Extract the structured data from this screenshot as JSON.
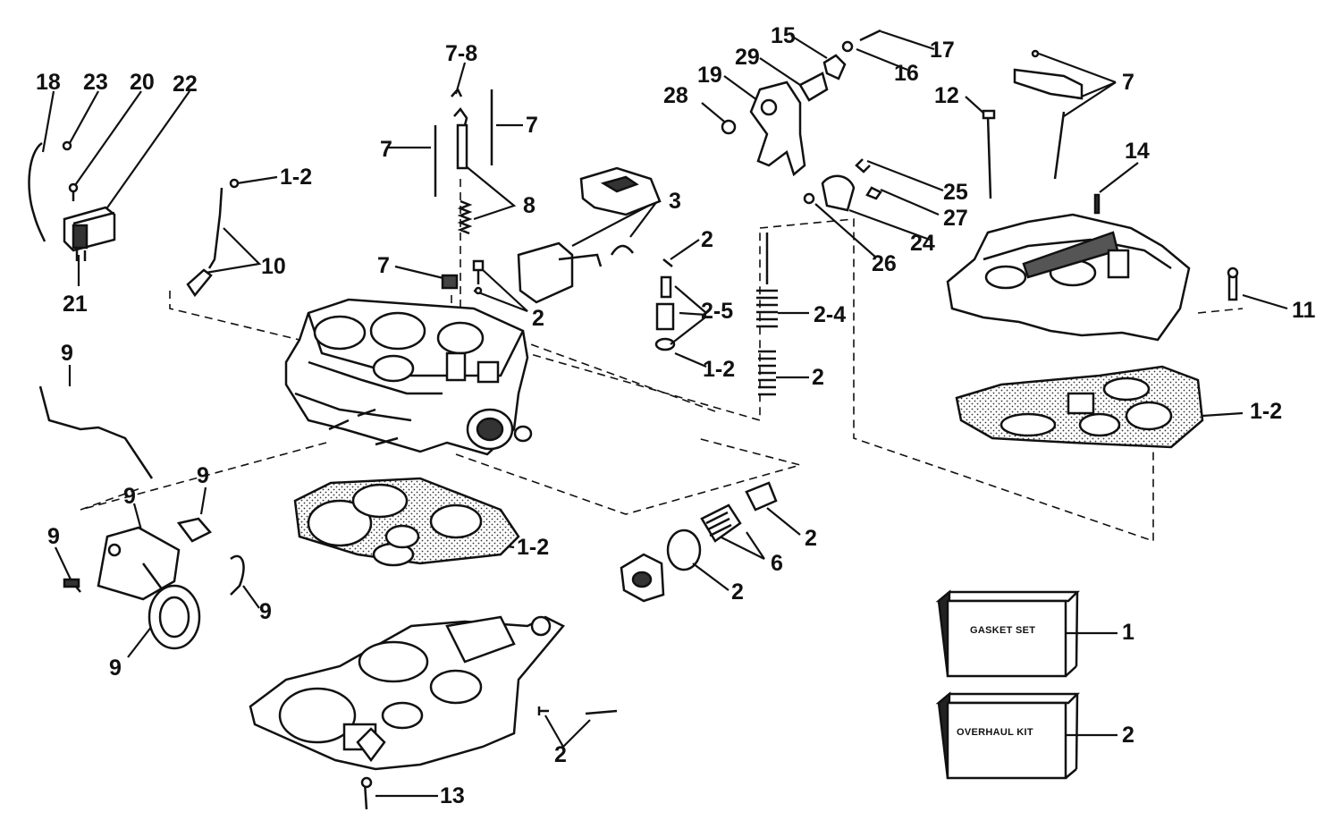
{
  "callouts": {
    "c18": "18",
    "c23": "23",
    "c20": "20",
    "c22": "22",
    "c21": "21",
    "c78": "7-8",
    "c7a": "7",
    "c7b": "7",
    "c7c": "7",
    "c7d": "7",
    "c8": "8",
    "c3": "3",
    "c12a": "1-2",
    "c12b": "1-2",
    "c12c": "1-2",
    "c12d": "1-2",
    "c10": "10",
    "c2a": "2",
    "c2b": "2",
    "c2c": "2",
    "c2d": "2",
    "c2e": "2",
    "c2f": "2",
    "c25": "2-5",
    "c24b": "2-4",
    "c15": "15",
    "c29": "29",
    "c19": "19",
    "c28": "28",
    "c17": "17",
    "c16": "16",
    "c12": "12",
    "c14": "14",
    "c25n": "25",
    "c27": "27",
    "c24": "24",
    "c26": "26",
    "c11": "11",
    "c9a": "9",
    "c9b": "9",
    "c9c": "9",
    "c9d": "9",
    "c9e": "9",
    "c9f": "9",
    "c6": "6",
    "c13": "13",
    "c1": "1",
    "c2k": "2"
  },
  "kits": {
    "gasket_set": "GASKET SET",
    "overhaul_kit": "OVERHAUL KIT"
  }
}
